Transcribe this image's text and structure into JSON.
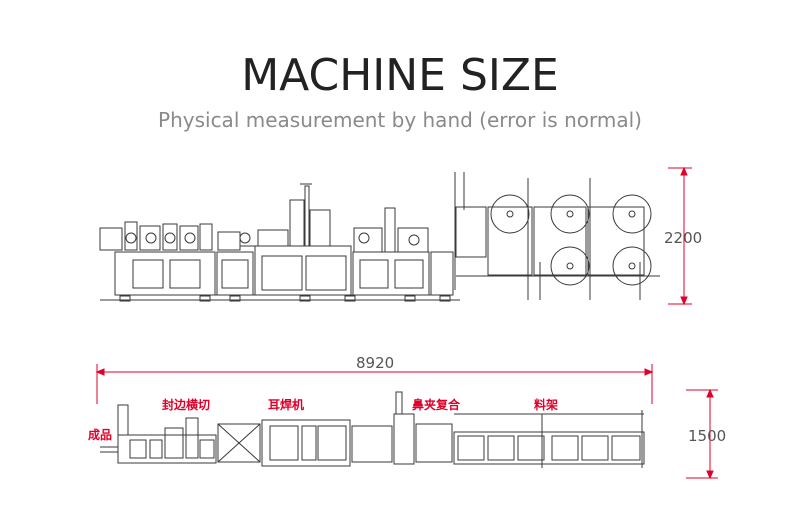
{
  "header": {
    "title": "MACHINE SIZE",
    "subtitle": "Physical measurement by hand (error is normal)"
  },
  "dimensions": {
    "height": "2200",
    "length": "8920",
    "width": "1500"
  },
  "section_labels": {
    "finished_product": "成品",
    "edge_seal_cross_cut": "封边横切",
    "ear_welding": "耳焊机",
    "nose_clip_composite": "鼻夹复合",
    "material_rack": "料架"
  },
  "colors": {
    "line": "#3a3a3a",
    "dimension": "#e0002a",
    "label": "#e0002a"
  }
}
